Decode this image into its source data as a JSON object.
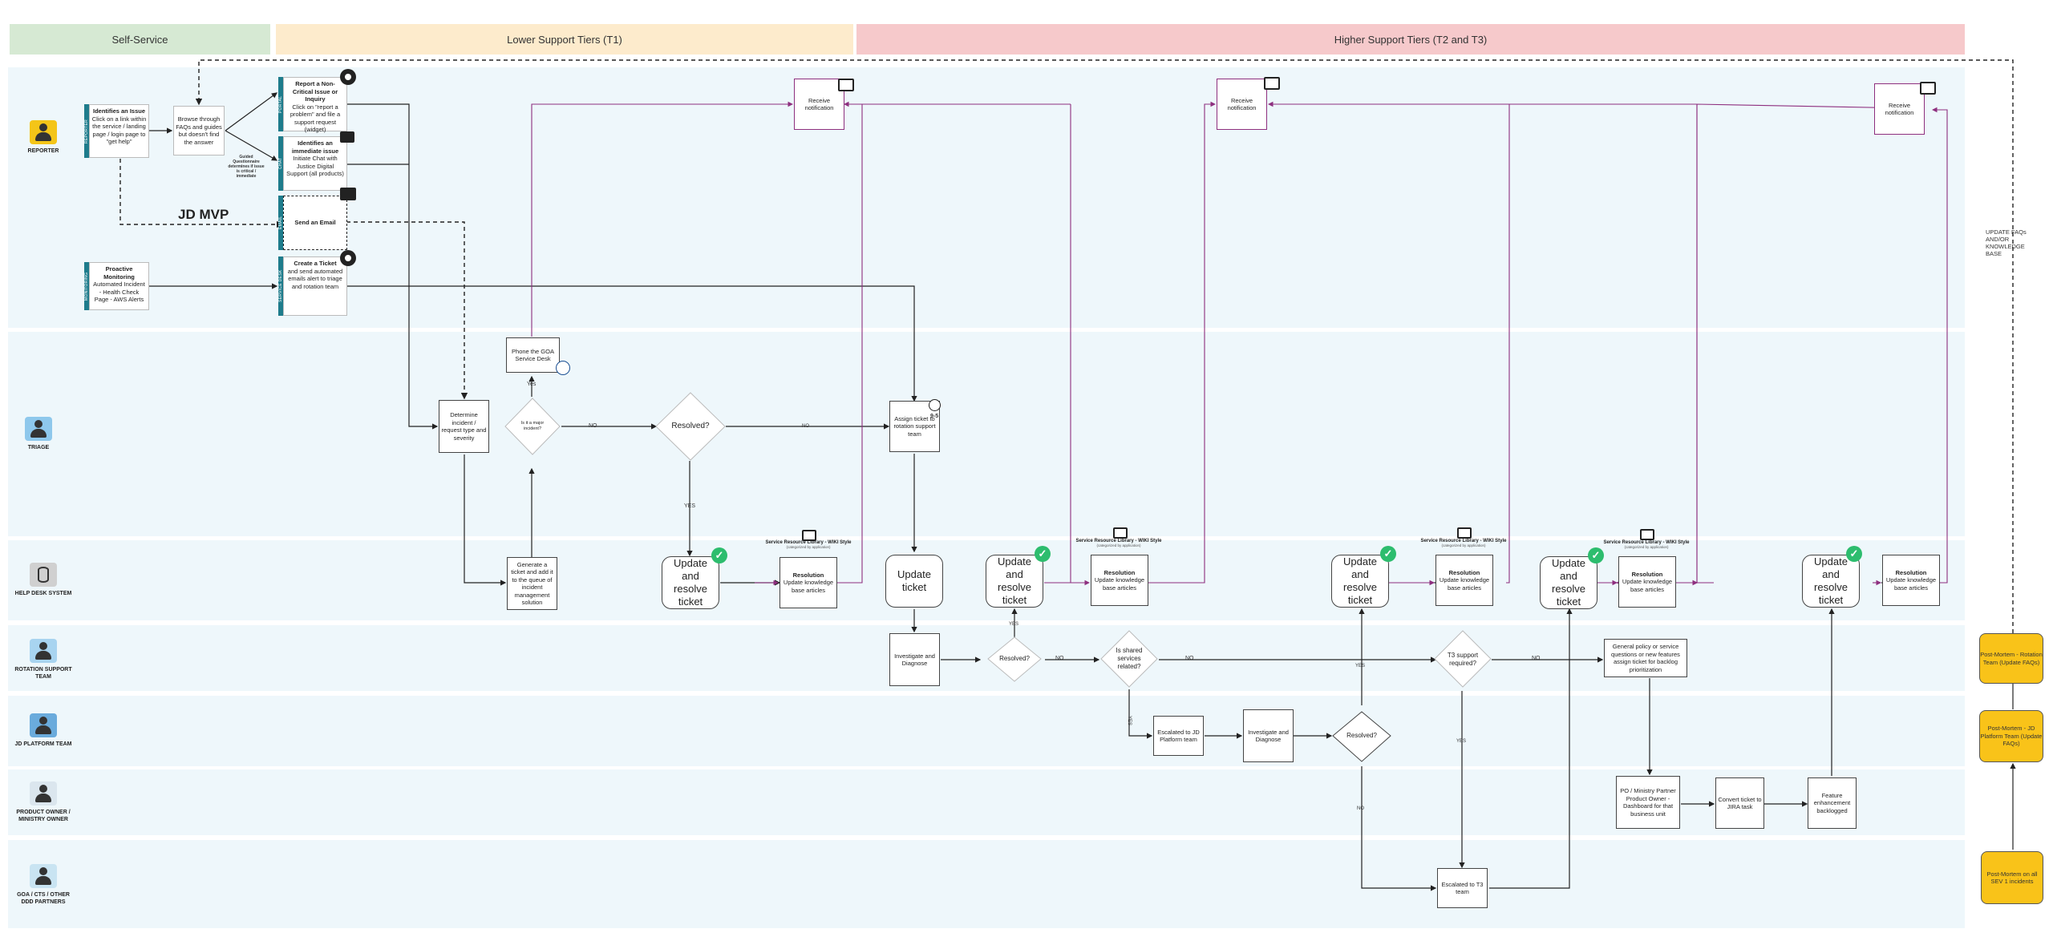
{
  "tiers": {
    "self_service": "Self-Service",
    "lower": "Lower Support Tiers (T1)",
    "higher": "Higher Support Tiers (T2 and T3)"
  },
  "roles": {
    "reporter": "REPORTER",
    "triage": "TRIAGE",
    "helpdesk": "HELP DESK SYSTEM",
    "rotation": "ROTATION SUPPORT TEAM",
    "platform": "JD PLATFORM TEAM",
    "product": "PRODUCT OWNER / MINISTRY OWNER",
    "partners": "GOA / CTS / OTHER DDD PARTNERS"
  },
  "tabs": {
    "t1": "REPORTER",
    "t2": "PORTAL",
    "t3": "CHAT",
    "t4": "EMAIL",
    "t5": "MONITORING",
    "t6": "SERVICE DESK"
  },
  "boxes": {
    "identifies_title": "Identifies an Issue",
    "identifies_body": "Click on a link within the service / landing page / login page to \"get help\"",
    "browse": "Browse through FAQs and guides but doesn't find the answer",
    "guided_note": "Guided Questionnaire determines if issue is critical / immediate",
    "report_title": "Report a Non-Critical Issue or Inquiry",
    "report_body": "Click on \"report a problem\" and file a support request (widget)",
    "immediate_title": "Identifies an immediate issue",
    "immediate_body": "Initiate Chat with Justice Digital Support (all products)",
    "email": "Send an Email",
    "ticket_title": "Create a Ticket",
    "ticket_body": "and send automated emails alert to triage and rotation team",
    "monitor_title": "Proactive Monitoring",
    "monitor_body": "Automated Incident - Health Check Page - AWS Alerts",
    "jd_mvp": "JD MVP",
    "receive1": "Receive notification",
    "receive2": "Receive notification",
    "receive3": "Receive notification",
    "phone": "Phone the GOA Service Desk",
    "determine": "Determine incident / request type and severity",
    "major": "Is it a major incident?",
    "resolved1": "Resolved?",
    "assign": "Assign ticket to rotation support team",
    "nine_five": "9-5",
    "generate": "Generate a ticket and add it to the queue of incident management solution",
    "update_resolve1": "Update and resolve ticket",
    "update_ticket": "Update ticket",
    "update_resolve2": "Update and resolve ticket",
    "update_resolve3": "Update and resolve ticket",
    "update_resolve4": "Update and resolve ticket",
    "update_resolve5": "Update and resolve ticket",
    "resolution_title": "Resolution",
    "resolution_body": "Update knowledge base articles",
    "wiki_title": "Service Resource Library - WIKI Style",
    "wiki_sub": "(categorized by application)",
    "investigate1": "Investigate and Diagnose",
    "resolved2": "Resolved?",
    "shared": "Is shared services related?",
    "t3_support": "T3 support required?",
    "general_policy": "General policy or service questions or new features assign ticket for backlog prioritization",
    "escalated_jd": "Escalated to JD Platform team",
    "investigate2": "Investigate and Diagnose",
    "resolved3": "Resolved?",
    "po_dashboard": "PO / Ministry Partner Product Owner - Dashboard for that business unit",
    "convert_jira": "Convert ticket to JIRA task",
    "feature_backlog": "Feature enhancement backlogged",
    "escalated_t3": "Escalated to T3 team",
    "pm_rotation": "Post-Mortem - Rotation Team (Update FAQs)",
    "pm_platform": "Post-Mortem - JD Platform Team (Update FAQs)",
    "pm_all": "Post-Mortem on all SEV 1 incidents",
    "update_faqs": "UPDATE FAQs AND/OR KNOWLEDGE BASE"
  },
  "labels": {
    "yes": "YES",
    "yes_lower": "Yes",
    "no": "NO",
    "no_lower": "NO"
  },
  "colors": {
    "self_service_header": "#d6e9d3",
    "lower_header": "#fdebcc",
    "higher_header": "#f6c9cb",
    "lane": "#eef7fb",
    "accent_tab": "#1e7c8c",
    "notify_line": "#8e2f7f",
    "check": "#2dbd6e",
    "postmortem": "#f9c319"
  }
}
